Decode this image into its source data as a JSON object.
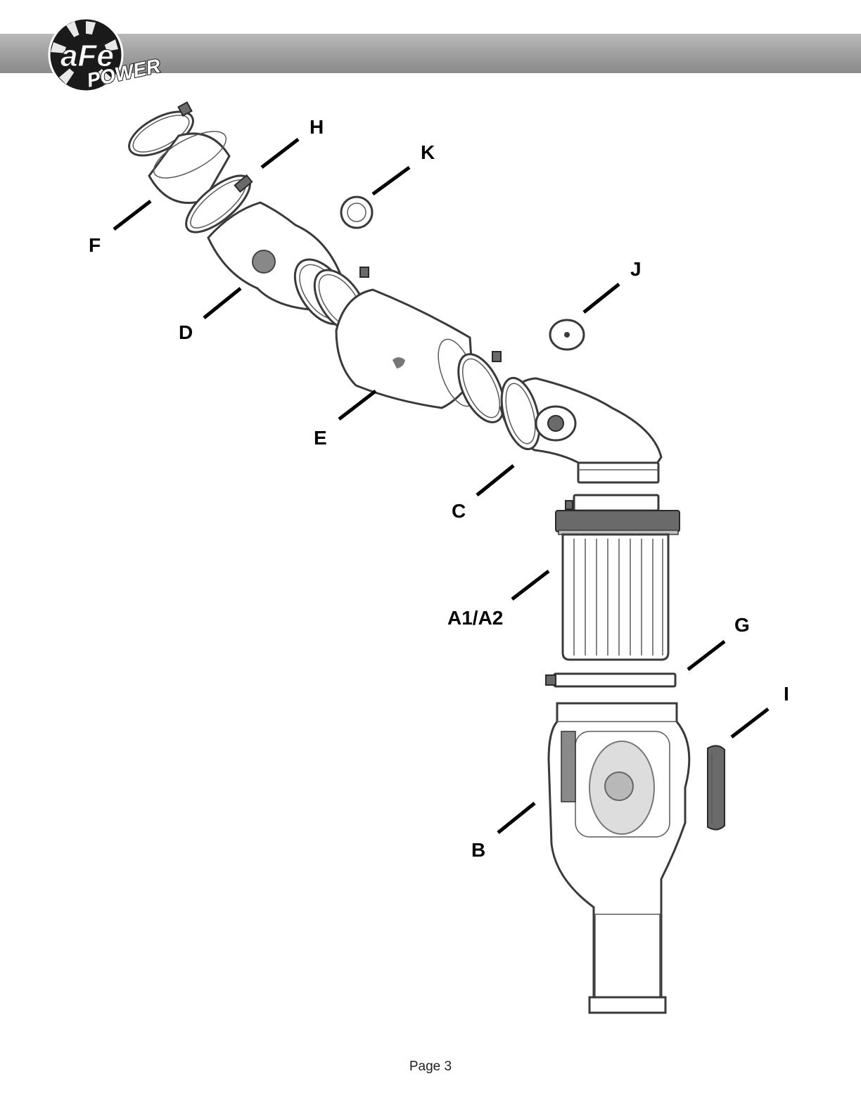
{
  "header": {
    "logo_text_top": "aFe",
    "logo_text_bottom": "POWER",
    "colors": {
      "bar": "#a3a3a3",
      "logo_disc": "#1a1a1a"
    }
  },
  "diagram": {
    "callouts": [
      {
        "id": "F",
        "label": "F"
      },
      {
        "id": "H",
        "label": "H"
      },
      {
        "id": "K",
        "label": "K"
      },
      {
        "id": "D",
        "label": "D"
      },
      {
        "id": "J",
        "label": "J"
      },
      {
        "id": "E",
        "label": "E"
      },
      {
        "id": "C",
        "label": "C"
      },
      {
        "id": "A1A2",
        "label": "A1/A2"
      },
      {
        "id": "G",
        "label": "G"
      },
      {
        "id": "I",
        "label": "I"
      },
      {
        "id": "B",
        "label": "B"
      }
    ]
  },
  "footer": {
    "page": "Page 3"
  }
}
